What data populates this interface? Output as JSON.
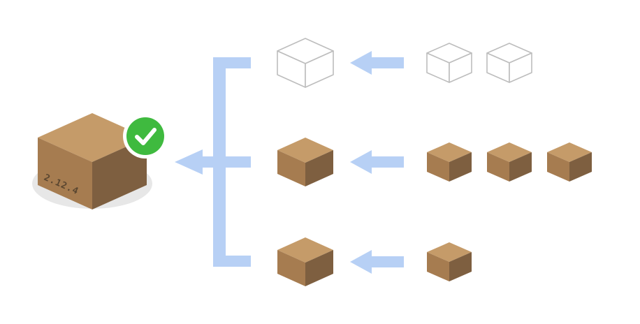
{
  "colors": {
    "background": "#ffffff",
    "box_top": "#c59b69",
    "box_left": "#a67c50",
    "box_right": "#7e5f40",
    "outline": "#bdbdbd",
    "connector": "#b7d0f5",
    "check_green": "#3fba3f",
    "shadow": "#e7e7e7"
  },
  "main_package": {
    "version": "2.12.4",
    "status_icon": "check-icon"
  },
  "rows": [
    {
      "name": "row-1",
      "dependency_state": "outline",
      "sub_count": 2,
      "sub_state": "outline"
    },
    {
      "name": "row-2",
      "dependency_state": "filled",
      "sub_count": 3,
      "sub_state": "filled"
    },
    {
      "name": "row-3",
      "dependency_state": "filled",
      "sub_count": 1,
      "sub_state": "filled"
    }
  ]
}
